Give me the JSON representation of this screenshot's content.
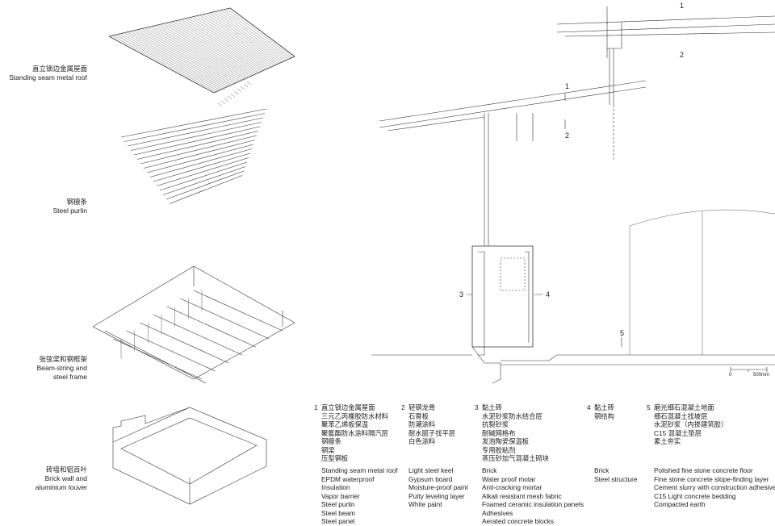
{
  "axonometric_labels": [
    {
      "zh": "直立锁边金属屋面",
      "en": [
        "Standing seam metal roof"
      ]
    },
    {
      "zh": "钢檩条",
      "en": [
        "Steel purlin"
      ]
    },
    {
      "zh": "张弦梁和钢框架",
      "en": [
        "Beam-string and",
        "steel frame"
      ]
    },
    {
      "zh": "砖墙和铝百叶",
      "en": [
        "Brick wall and",
        "aluminium louver"
      ]
    }
  ],
  "section_markers": [
    "1",
    "2",
    "1",
    "2",
    "3",
    "4",
    "5"
  ],
  "scale": {
    "zero": "0",
    "length": "500mm"
  },
  "legend": [
    {
      "num": "1",
      "zh": [
        "直立锁边金属屋面",
        "三元乙丙橡胶防水材料",
        "聚苯乙烯板保温",
        "聚氨酯防水涂料隔汽层",
        "钢檩条",
        "钢梁",
        "压型钢板"
      ],
      "en": [
        "Standing seam metal roof",
        "EPDM waterproof",
        "Insulation",
        "Vapor barrier",
        "Steel purlin",
        "Steel beam",
        "Steel panel"
      ]
    },
    {
      "num": "2",
      "zh": [
        "轻钢龙骨",
        "石膏板",
        "防潮涂料",
        "耐水腻子找平层",
        "白色涂料"
      ],
      "en": [
        "Light steel keel",
        "Gypsum board",
        "Moisture-proof paint",
        "Putty leveling layer",
        "White paint"
      ]
    },
    {
      "num": "3",
      "zh": [
        "黏土砖",
        "水泥砂浆防水结合层",
        "抗裂砂浆",
        "耐碱网格布",
        "发泡陶瓷保温板",
        "专用胶粘剂",
        "蒸压砂加气混凝土砌块"
      ],
      "en": [
        "Brick",
        "Water proof motar",
        "Anti-cracking mortar",
        "Alkali resistant mesh fabric",
        "Foamed ceramic insulation panels",
        "Adhesives",
        "Aerated concrete blocks"
      ]
    },
    {
      "num": "4",
      "zh": [
        "黏土砖",
        "钢结构"
      ],
      "en": [
        "Brick",
        "Steel structure"
      ]
    },
    {
      "num": "5",
      "zh": [
        "磨光细石混凝土地面",
        "细石混凝土找坡层",
        "水泥砂浆（内掺建筑胶）",
        "C15 混凝土垫层",
        "素土夯实"
      ],
      "en": [
        "Polished fine stone concrete floor",
        "Fine stone concrete slope-finding layer",
        "Cement slurry with construction adhesive",
        "C15 Light concrete bedding",
        "Compacted earth"
      ]
    }
  ]
}
